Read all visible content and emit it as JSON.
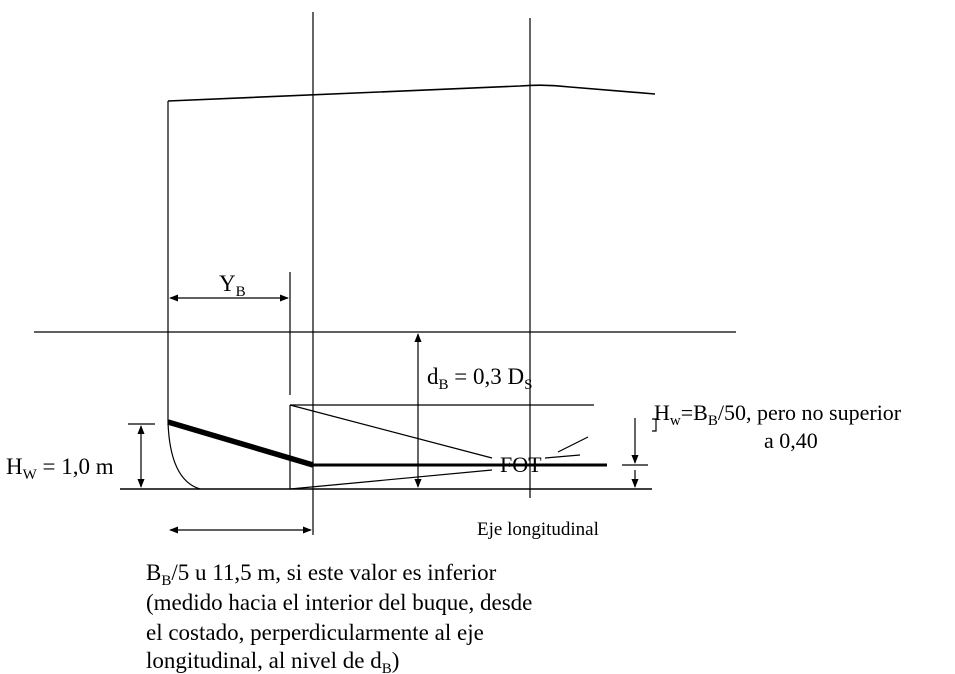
{
  "labels": {
    "yb_main": "Y",
    "yb_sub": "B",
    "db_a": "d",
    "db_a_sub": "B",
    "db_b": " = 0,3 D",
    "db_b_sub": "S",
    "hw_left_a": "H",
    "hw_left_sub": "W",
    "hw_left_b": " = 1,0 m",
    "hw_right_a": "H",
    "hw_right_sub1": "w",
    "hw_right_b": "=B",
    "hw_right_sub2": "B",
    "hw_right_c": "/50, pero no superior",
    "hw_right_line2": "a 0,40",
    "fot": "FOT",
    "eje": "Eje longitudinal",
    "caption_l1_a": "B",
    "caption_l1_sub": "B",
    "caption_l1_b": "/5 u 11,5 m, si este valor es inferior",
    "caption_l2": "(medido hacia el interior del buque, desde",
    "caption_l3": "el costado, perperdicularmente al eje",
    "caption_l4_a": "longitudinal, al nivel de d",
    "caption_l4_sub": "B",
    "caption_l4_b": ")"
  }
}
